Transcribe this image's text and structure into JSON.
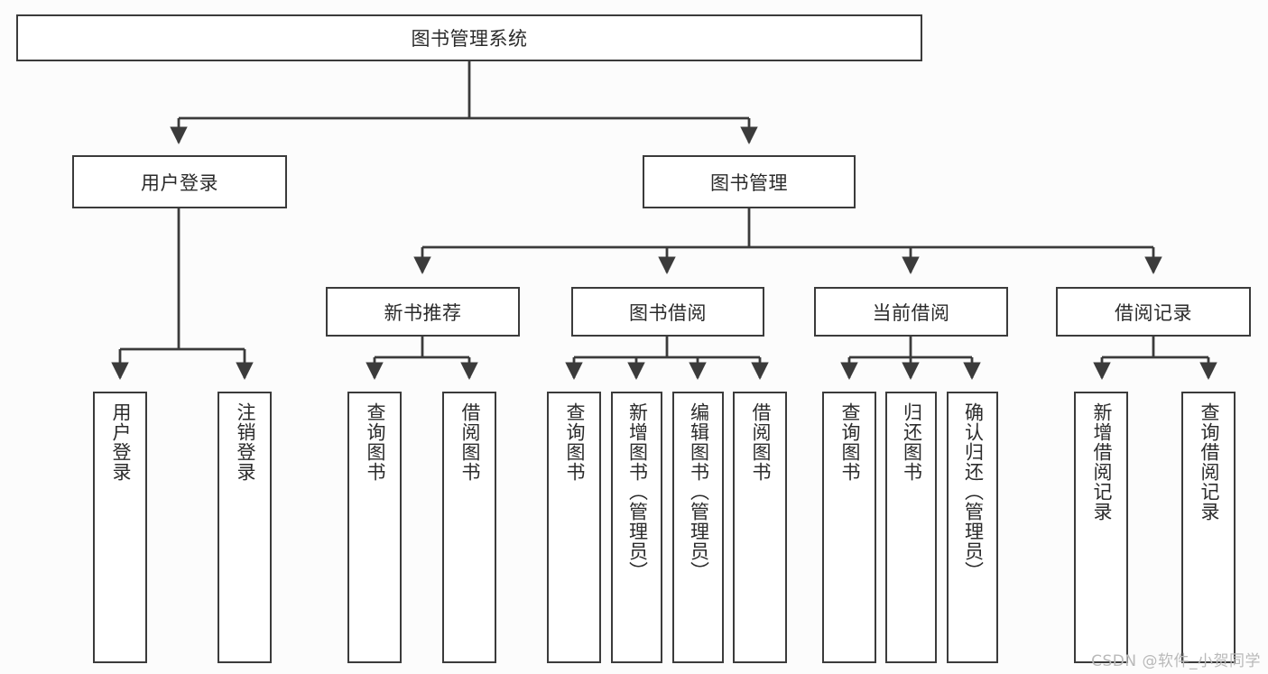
{
  "diagram": {
    "title": "图书管理系统",
    "background_color": "#fcfcfc",
    "line_color": "#3b3b3b",
    "node_fill": "#ffffff",
    "text_color": "#2b2b2b"
  },
  "nodes": {
    "root": {
      "label": "图书管理系统"
    },
    "level1": [
      {
        "id": "user-login",
        "label": "用户登录"
      },
      {
        "id": "book-manage",
        "label": "图书管理"
      }
    ],
    "level2": [
      {
        "id": "new-book-recommend",
        "label": "新书推荐"
      },
      {
        "id": "book-borrow",
        "label": "图书借阅"
      },
      {
        "id": "current-borrow",
        "label": "当前借阅"
      },
      {
        "id": "borrow-record",
        "label": "借阅记录"
      }
    ],
    "leaves": {
      "user-login": [
        {
          "id": "leaf-user-login",
          "label": "用户登录"
        },
        {
          "id": "leaf-logout-login",
          "label": "注销登录"
        }
      ],
      "new-book-recommend": [
        {
          "id": "leaf-query-book-1",
          "label": "查询图书"
        },
        {
          "id": "leaf-borrow-book-1",
          "label": "借阅图书"
        }
      ],
      "book-borrow": [
        {
          "id": "leaf-query-book-2",
          "label": "查询图书"
        },
        {
          "id": "leaf-add-book",
          "label": "新增图书（管理员）"
        },
        {
          "id": "leaf-edit-book",
          "label": "编辑图书（管理员）"
        },
        {
          "id": "leaf-borrow-book-2",
          "label": "借阅图书"
        }
      ],
      "current-borrow": [
        {
          "id": "leaf-query-book-3",
          "label": "查询图书"
        },
        {
          "id": "leaf-return-book",
          "label": "归还图书"
        },
        {
          "id": "leaf-confirm-return",
          "label": "确认归还（管理员）"
        }
      ],
      "borrow-record": [
        {
          "id": "leaf-add-record",
          "label": "新增借阅记录"
        },
        {
          "id": "leaf-query-record",
          "label": "查询借阅记录"
        }
      ]
    }
  },
  "watermark": {
    "text": "CSDN @软件_小贺同学"
  }
}
